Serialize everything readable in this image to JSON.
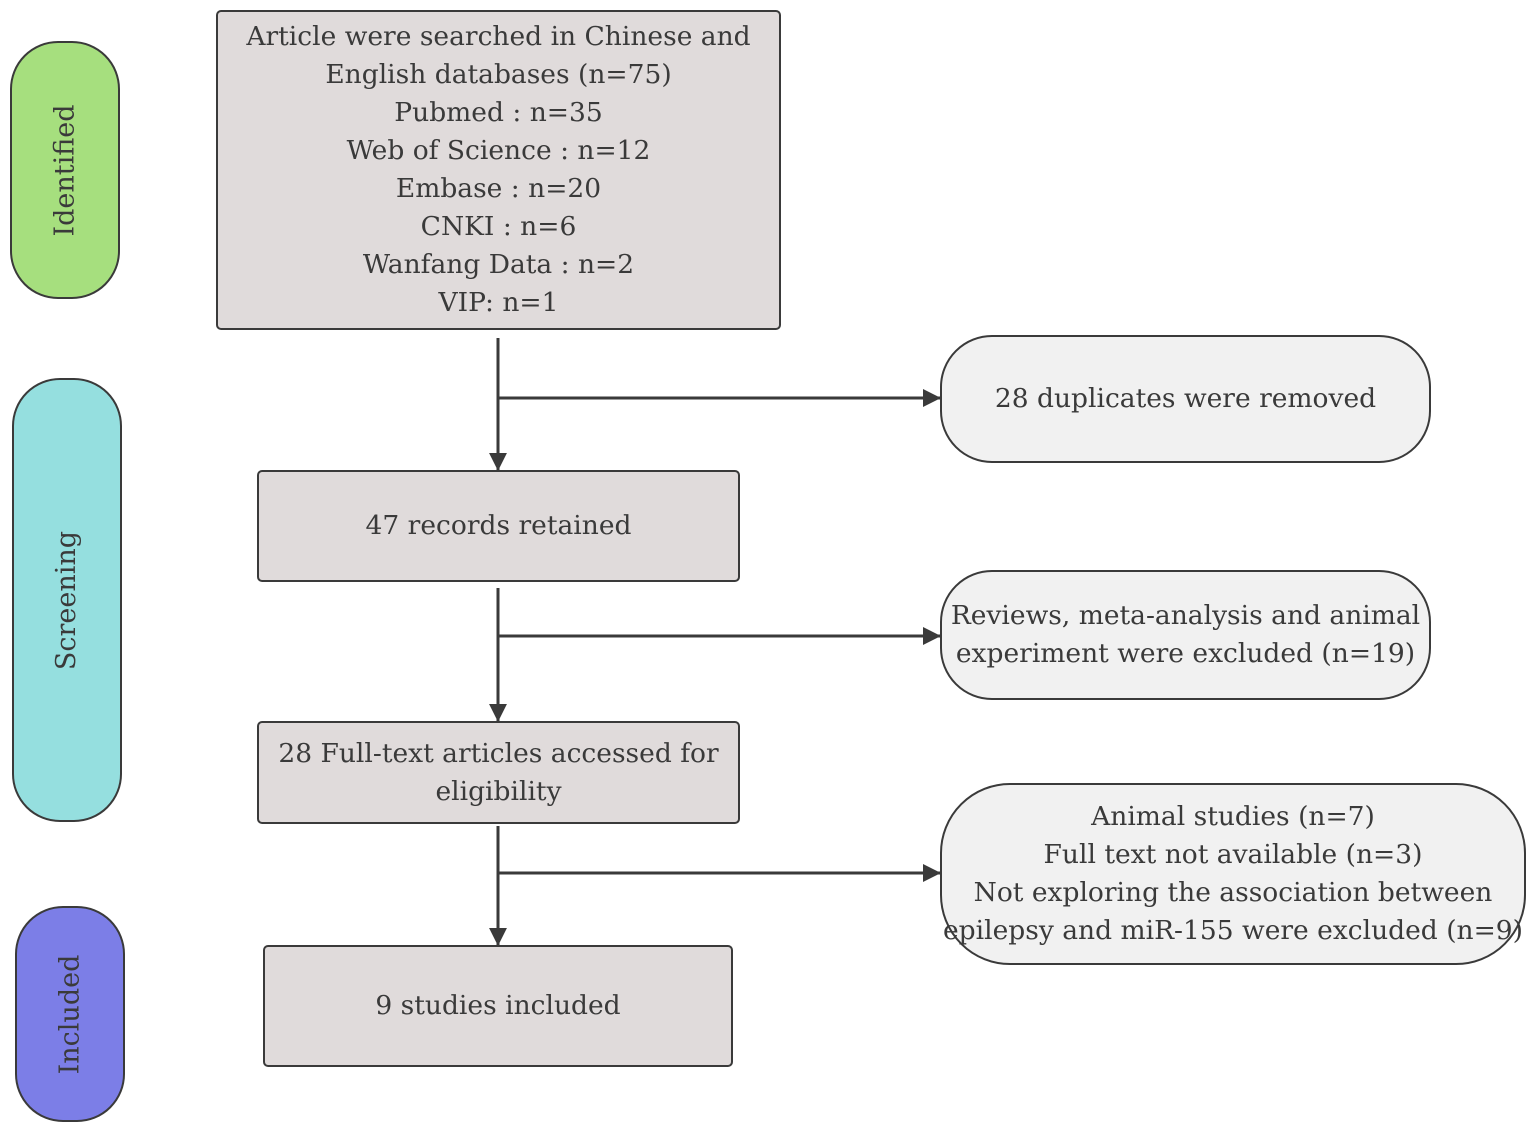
{
  "stages": {
    "identified": {
      "label": "Identified",
      "color": "#a6df7e"
    },
    "screening": {
      "label": "Screening",
      "color": "#95dfdf"
    },
    "included": {
      "label": "Included",
      "color": "#7c7ee7"
    }
  },
  "boxes": {
    "search": {
      "lines": [
        "Article were searched in Chinese and",
        "English databases (n=75)",
        "Pubmed : n=35",
        "Web of Science : n=12",
        "Embase : n=20",
        "CNKI : n=6",
        "Wanfang Data : n=2",
        "VIP: n=1"
      ]
    },
    "retained": {
      "lines": [
        "47 records retained"
      ]
    },
    "fulltext": {
      "lines": [
        "28 Full-text articles accessed for",
        "eligibility"
      ]
    },
    "included": {
      "lines": [
        "9 studies included"
      ]
    }
  },
  "exclusions": {
    "duplicates": {
      "lines": [
        "28 duplicates were removed"
      ]
    },
    "reviews": {
      "lines": [
        "Reviews, meta-analysis and animal",
        "experiment were excluded (n=19)"
      ]
    },
    "final": {
      "lines": [
        "Animal studies (n=7)",
        "Full text not available (n=3)",
        "Not exploring the association between",
        "epilepsy and miR-155 were excluded  (n=9)"
      ]
    }
  },
  "colors": {
    "box_fill": "#e0dbdb",
    "side_fill": "#f1f1f1",
    "stroke": "#3a3a3a",
    "text": "#3a3a3a"
  }
}
